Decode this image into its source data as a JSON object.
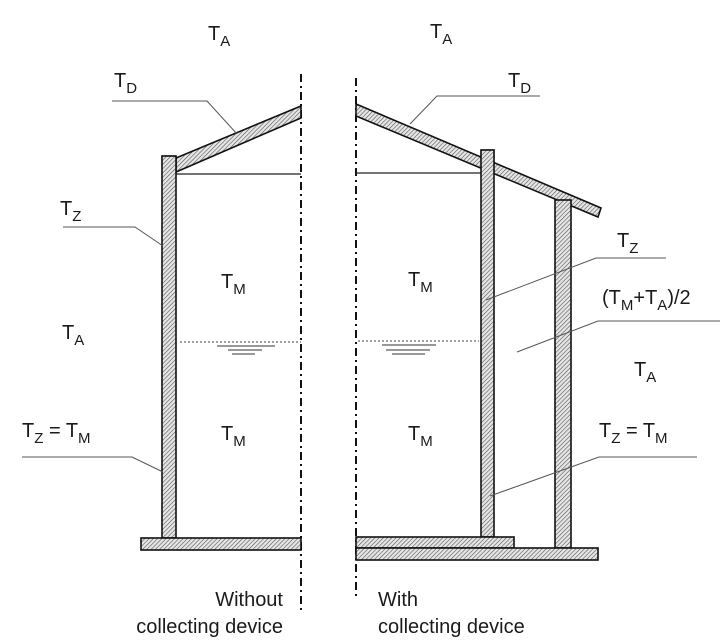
{
  "left_panel": {
    "caption_line1": "Without",
    "caption_line2": "collecting device",
    "labels": {
      "ambient_top": {
        "main": "T",
        "sub": "A"
      },
      "roof": {
        "main": "T",
        "sub": "D"
      },
      "wall_upper": {
        "main": "T",
        "sub": "Z"
      },
      "ambient_side": {
        "main": "T",
        "sub": "A"
      },
      "wall_lower": {
        "main": "T",
        "sub": "Z",
        "eq": " = T",
        "eq_sub": "M"
      },
      "medium_upper": {
        "main": "T",
        "sub": "M"
      },
      "medium_lower": {
        "main": "T",
        "sub": "M"
      }
    }
  },
  "right_panel": {
    "caption_line1": "With",
    "caption_line2": "collecting device",
    "labels": {
      "ambient_top": {
        "main": "T",
        "sub": "A"
      },
      "roof": {
        "main": "T",
        "sub": "D"
      },
      "wall_upper": {
        "main": "T",
        "sub": "Z"
      },
      "gap": {
        "open": "(T",
        "sub1": "M",
        "mid": "+T",
        "sub2": "A",
        "close": ")/2"
      },
      "ambient_side": {
        "main": "T",
        "sub": "A"
      },
      "wall_lower": {
        "main": "T",
        "sub": "Z",
        "eq": " = T",
        "eq_sub": "M"
      },
      "medium_upper": {
        "main": "T",
        "sub": "M"
      },
      "medium_lower": {
        "main": "T",
        "sub": "M"
      }
    }
  }
}
